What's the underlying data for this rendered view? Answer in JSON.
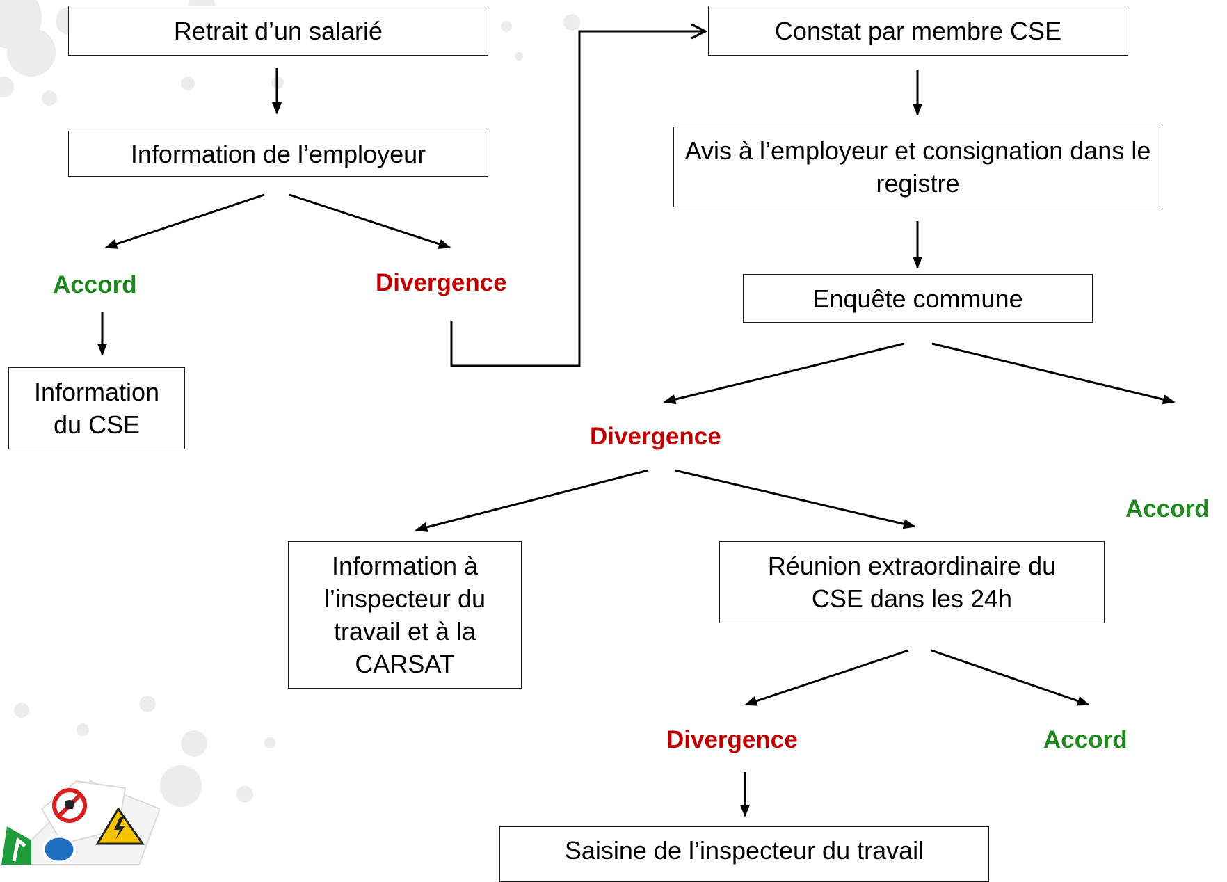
{
  "nodes": {
    "retrait": "Retrait d’un salarié",
    "info_employeur": "Information de l’employeur",
    "info_cse": "Information du CSE",
    "constat": "Constat par membre CSE",
    "avis": "Avis à l’employeur et consignation dans le registre",
    "enquete": "Enquête commune",
    "info_inspecteur": "Information à l’inspecteur du travail et à la CARSAT",
    "reunion": "Réunion extraordinaire du CSE dans les 24h",
    "saisine": "Saisine de l’inspecteur du travail"
  },
  "outcomes": {
    "accord_1": "Accord",
    "divergence_1": "Divergence",
    "divergence_2": "Divergence",
    "accord_2": "Accord",
    "divergence_3": "Divergence",
    "accord_3": "Accord"
  },
  "colors": {
    "accord": "#1e8a1e",
    "divergence": "#c00000",
    "border": "#1a1a1a",
    "arrow": "#000000",
    "background_dots": "#ececec"
  },
  "decoration": {
    "dice_icon": "safety-signs-dice-icon"
  }
}
